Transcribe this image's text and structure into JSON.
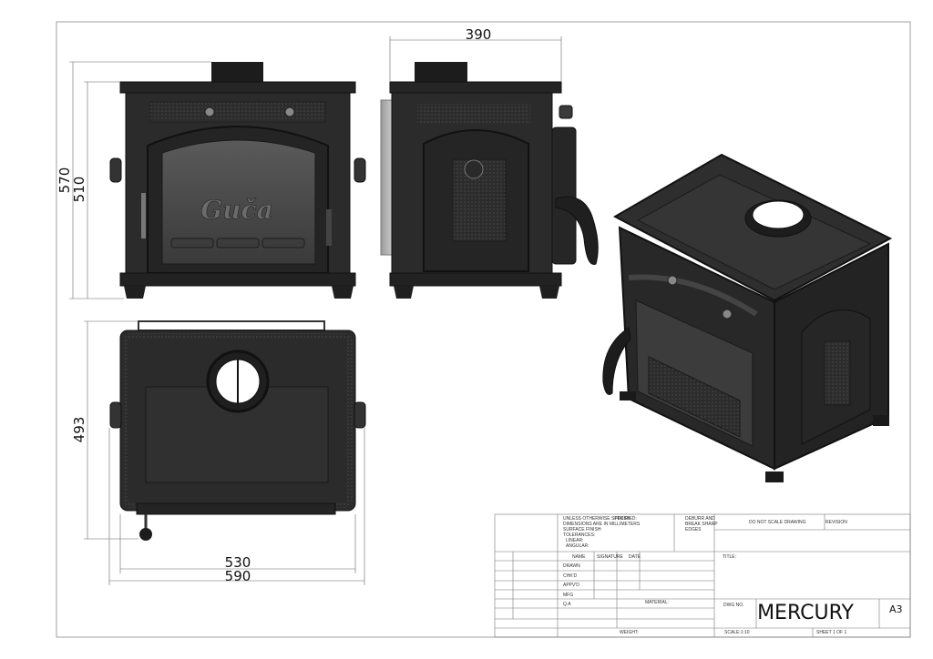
{
  "dimensions": {
    "top_width": "390",
    "height_overall": "570",
    "height_body": "510",
    "depth": "493",
    "width_body": "530",
    "width_overall": "590"
  },
  "front_view": {
    "brand_text": "Guča"
  },
  "title_block": {
    "notes": [
      "UNLESS OTHERWISE SPECIFIED:",
      "DIMENSIONS ARE IN MILLIMETERS",
      "SURFACE FINISH:",
      "TOLERANCES:",
      "LINEAR:",
      "ANGULAR:"
    ],
    "finish_label": "FINISH:",
    "deburr_label": [
      "DEBURR AND",
      "BREAK SHARP",
      "EDGES"
    ],
    "do_not_scale": "DO NOT SCALE DRAWING",
    "revision_label": "REVISION",
    "col_headers": [
      "NAME",
      "SIGNATURE",
      "DATE"
    ],
    "row_labels": [
      "DRAWN",
      "CHK'D",
      "APPV'D",
      "MFG",
      "Q.A"
    ],
    "material_label": "MATERIAL:",
    "title_label": "TITLE:",
    "dwg_no_label": "DWG NO.",
    "drawing_title": "MERCURY",
    "sheet_size": "A3",
    "weight_label": "WEIGHT:",
    "scale_label": "SCALE:1:10",
    "sheet_label": "SHEET 1 OF 1"
  },
  "colors": {
    "stove_body": "#2b2b2b",
    "stove_dark": "#1a1a1a",
    "stove_mid": "#3a3a3a",
    "line": "#555555"
  }
}
